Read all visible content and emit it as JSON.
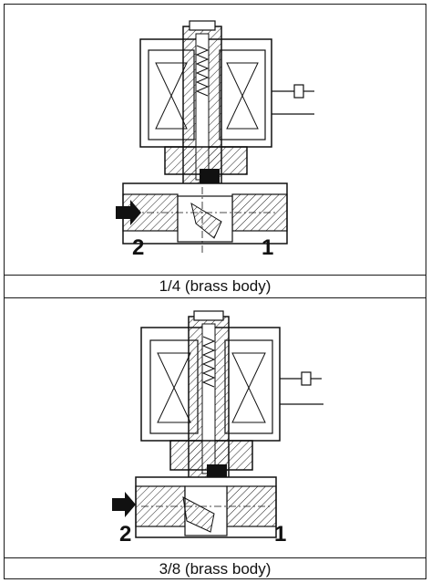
{
  "figure": {
    "top": {
      "caption": "1/4 (brass body)",
      "port_inlet": "2",
      "port_outlet": "1"
    },
    "bottom": {
      "caption": "3/8 (brass body)",
      "port_inlet": "2",
      "port_outlet": "1"
    }
  }
}
